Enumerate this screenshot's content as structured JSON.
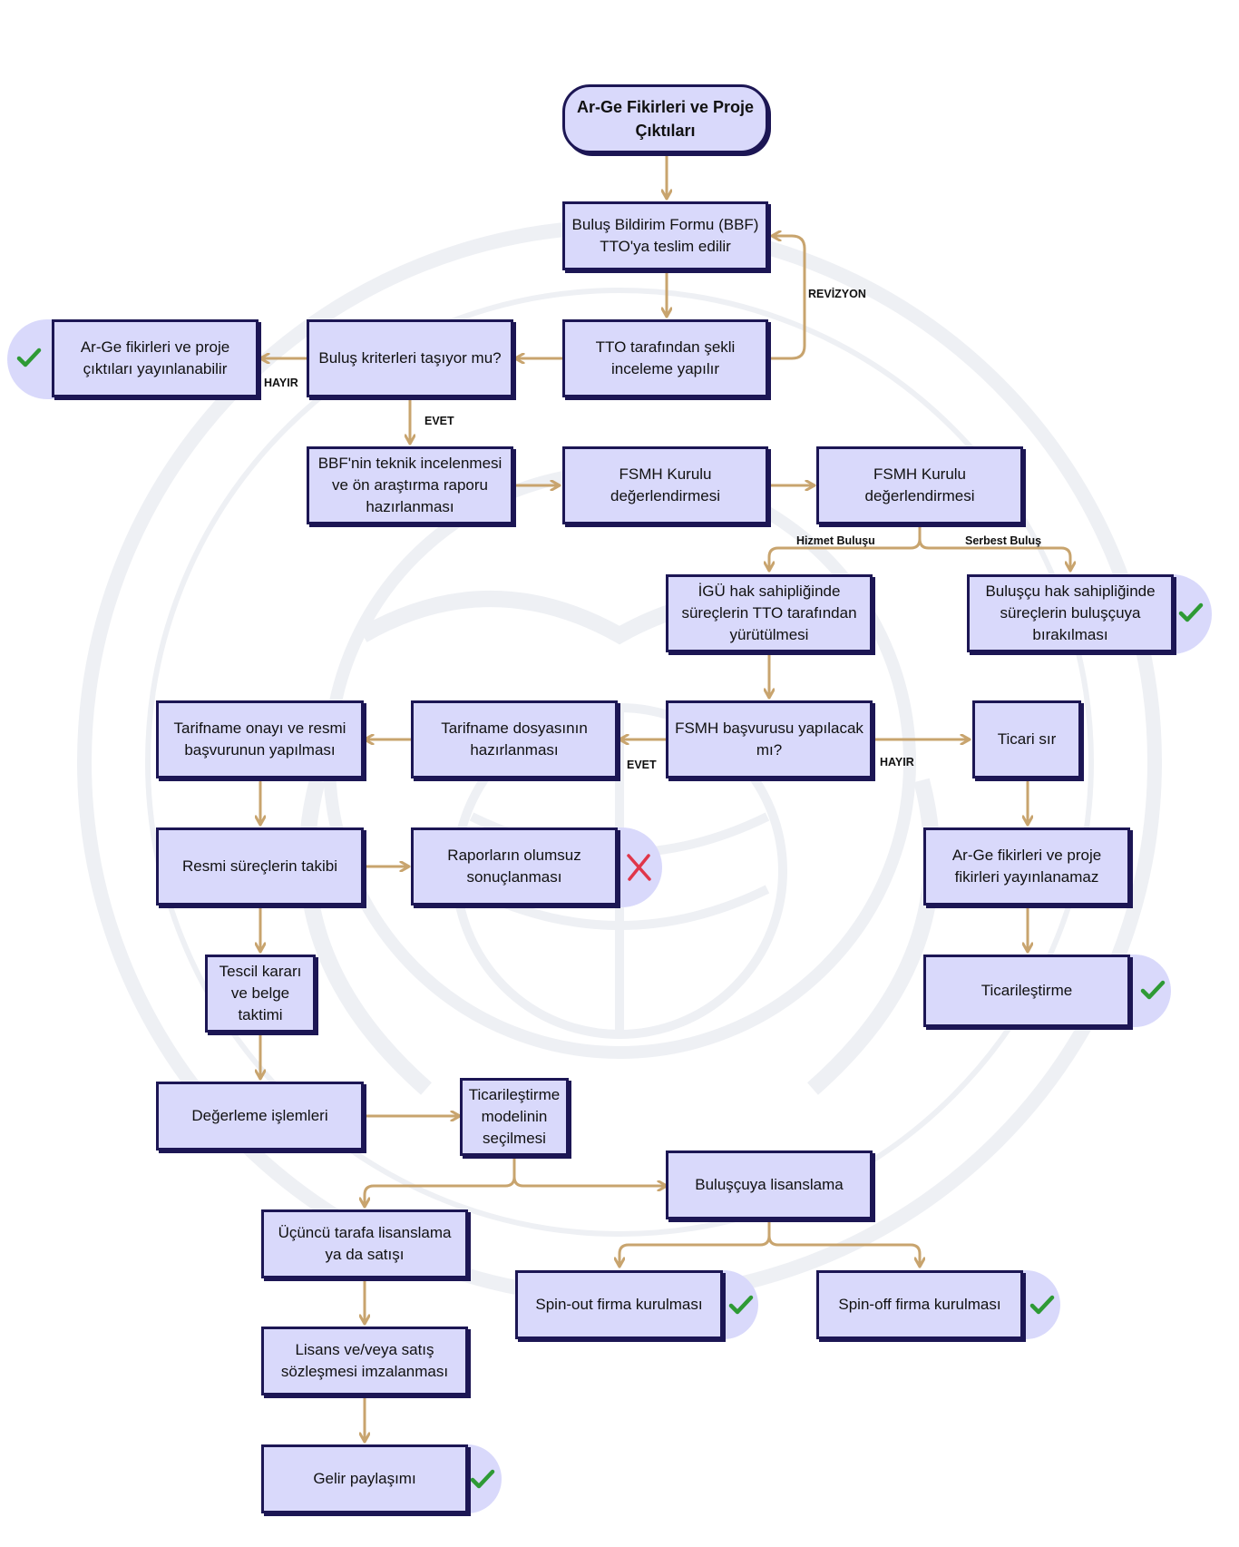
{
  "nodes": {
    "start": "Ar-Ge Fikirleri ve Proje Çıktıları",
    "bbf_submit": "Buluş Bildirim Formu (BBF) TTO'ya teslim edilir",
    "tto_review": "TTO tarafından şekli inceleme yapılır",
    "criteria": "Buluş kriterleri taşıyor mu?",
    "publishable": "Ar-Ge fikirleri ve proje çıktıları yayınlanabilir",
    "tech_review": "BBF'nin teknik incelenmesi ve ön araştırma raporu hazırlanması",
    "fsmh_eval_1": "FSMH Kurulu değerlendirmesi",
    "fsmh_eval_2": "FSMH Kurulu değerlendirmesi",
    "igu_rights": "İGÜ hak sahipliğinde süreçlerin TTO tarafından yürütülmesi",
    "inventor_rights": "Buluşçu hak sahipliğinde süreçlerin buluşçuya bırakılması",
    "fsmh_apply": "FSMH başvurusu yapılacak mı?",
    "spec_prepare": "Tarifname dosyasının hazırlanması",
    "spec_approval": "Tarifname onayı ve resmi başvurunun yapılması",
    "trade_secret": "Ticari sır",
    "not_publishable": "Ar-Ge fikirleri ve proje fikirleri yayınlanamaz",
    "commercial_1": "Ticarileştirme",
    "official_tracking": "Resmi süreçlerin takibi",
    "negative_reports": "Raporların olumsuz sonuçlanması",
    "registration": "Tescil kararı ve belge taktimi",
    "valuation": "Değerleme işlemleri",
    "model_select": "Ticarileştirme modelinin seçilmesi",
    "inventor_license": "Buluşçuya lisanslama",
    "third_party": "Üçüncü tarafa lisanslama ya da satışı",
    "spin_out": "Spin-out firma kurulması",
    "spin_off": "Spin-off firma kurulması",
    "license_contract": "Lisans ve/veya satış sözleşmesi imzalanması",
    "revenue_share": "Gelir paylaşımı"
  },
  "edge_labels": {
    "revizyon": "REVİZYON",
    "hayir_1": "HAYIR",
    "evet_1": "EVET",
    "hizmet": "Hizmet Buluşu",
    "serbest": "Serbest Buluş",
    "evet_2": "EVET",
    "hayir_2": "HAYIR"
  },
  "icons": {
    "success": "check-icon",
    "failure": "cross-icon"
  },
  "colors": {
    "node_fill": "#d9d9fb",
    "node_border": "#1c1654",
    "arrow": "#c8a46e",
    "check": "#2e9a35",
    "cross": "#e0364a"
  }
}
